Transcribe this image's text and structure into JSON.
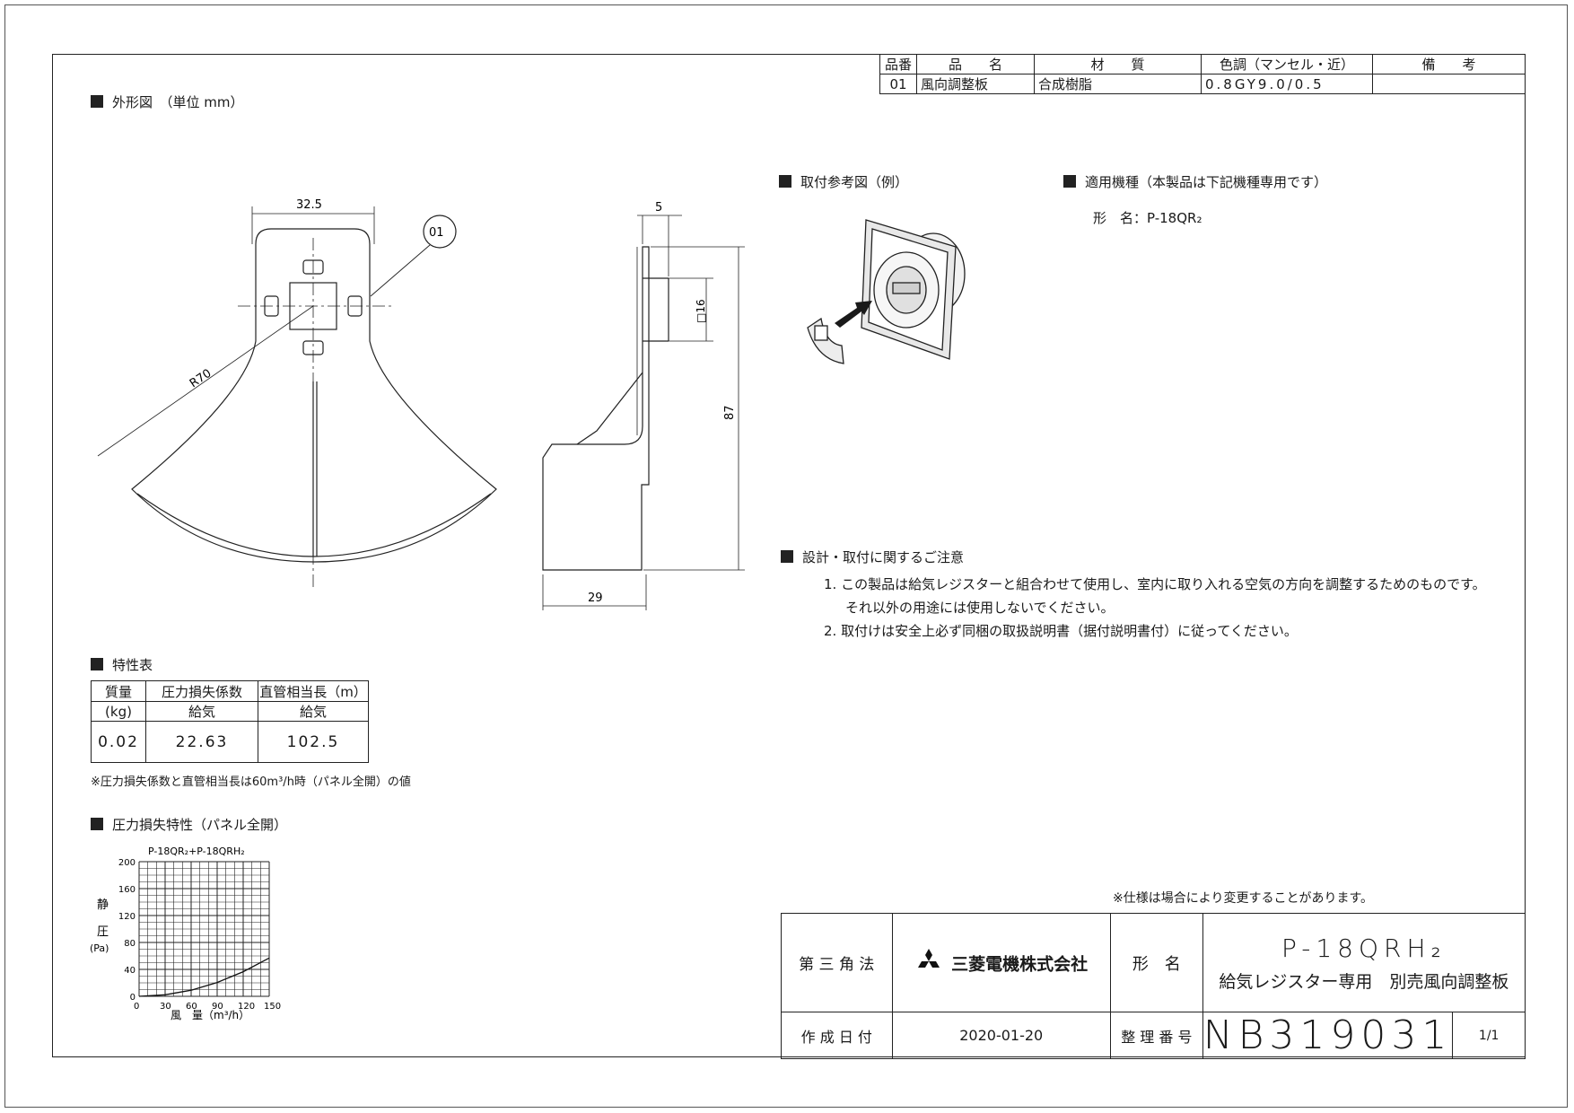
{
  "parts_table": {
    "headers": [
      "品番",
      "品　　名",
      "材　　質",
      "色調（マンセル・近）",
      "備　　考"
    ],
    "rows": [
      [
        "01",
        "風向調整板",
        "合成樹脂",
        "0.8GY9.0/0.5",
        ""
      ]
    ]
  },
  "sections": {
    "outline": "外形図　（単位 mm）",
    "mounting_ref": "取付参考図（例）",
    "applicable": "適用機種（本製品は下記機種専用です）",
    "characteristics": "特性表",
    "pressure_loss": "圧力損失特性（パネル全開）",
    "notes_title": "設計・取付に関するご注意"
  },
  "applicable_model": "形　名：P-18QR₂",
  "notes": [
    "1. この製品は給気レジスターと組合わせて使用し、室内に取り入れる空気の方向を調整するためのものです。",
    "それ以外の用途には使用しないでください。",
    "2. 取付けは安全上必ず同梱の取扱説明書（据付説明書付）に従ってください。"
  ],
  "dimensions": {
    "width_top": "32.5",
    "part_callout": "01",
    "radius": "R70",
    "thickness": "5",
    "square": "□16",
    "height": "87",
    "depth": "29"
  },
  "char_table": {
    "h_mass": "質量",
    "h_mass_unit": "(kg)",
    "h_coef": "圧力損失係数",
    "h_len": "直管相当長（m）",
    "sub_coef": "給気",
    "sub_len": "給気",
    "mass": "0.02",
    "coef": "22.63",
    "len": "102.5"
  },
  "char_note": "※圧力損失係数と直管相当長は60m³/h時（パネル全開）の値",
  "chart_data": {
    "type": "line",
    "title": "P-18QR₂+P-18QRH₂",
    "ylabel_chars": [
      "静",
      "圧"
    ],
    "ylabel_unit": "(Pa)",
    "xlabel": "風　量（m³/h）",
    "xlim": [
      0,
      150
    ],
    "ylim": [
      0,
      200
    ],
    "xticks": [
      0,
      30,
      60,
      90,
      120,
      150
    ],
    "yticks": [
      0,
      40,
      80,
      120,
      160,
      200
    ],
    "grid": true,
    "series": [
      {
        "x": [
          0,
          30,
          60,
          90,
          120,
          150
        ],
        "y": [
          0,
          2.3,
          9.1,
          20.5,
          36.5,
          57
        ]
      }
    ]
  },
  "spec_notice": "※仕様は場合により変更することがあります。",
  "title_block": {
    "projection": "第 三 角 法",
    "company": "三菱電機株式会社",
    "model_label": "形　名",
    "model": "P-18QRH₂",
    "description": "給気レジスター専用　別売風向調整板",
    "date_label": "作 成 日 付",
    "date": "2020-01-20",
    "number_label": "整 理 番 号",
    "number": "NB319031",
    "page": "1/1"
  }
}
